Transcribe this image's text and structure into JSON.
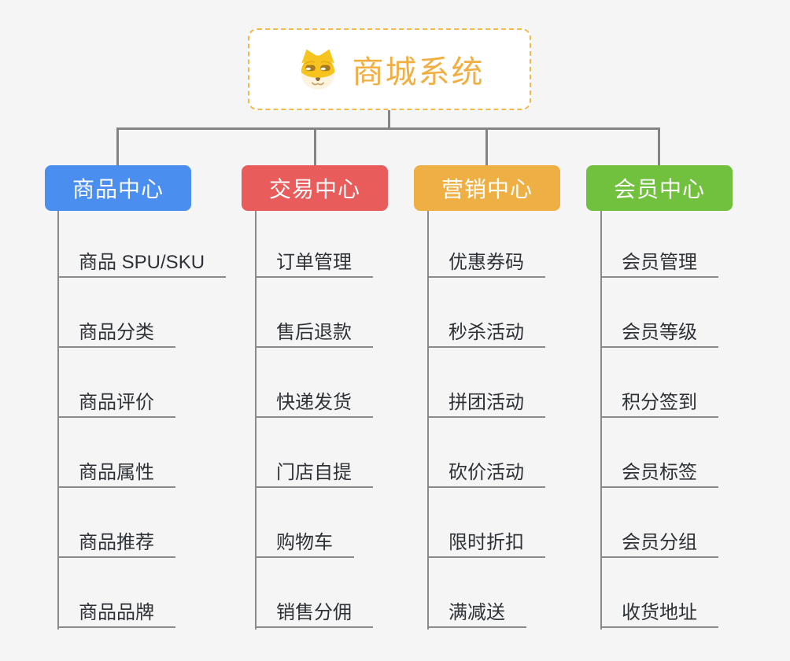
{
  "root": {
    "title": "商城系统",
    "icon": "dog-icon"
  },
  "branches": [
    {
      "id": "product-center",
      "label": "商品中心",
      "color": "#4a8ef0",
      "items": [
        "商品 SPU/SKU",
        "商品分类",
        "商品评价",
        "商品属性",
        "商品推荐",
        "商品品牌"
      ]
    },
    {
      "id": "trade-center",
      "label": "交易中心",
      "color": "#e85c5b",
      "items": [
        "订单管理",
        "售后退款",
        "快递发货",
        "门店自提",
        "购物车",
        "销售分佣"
      ]
    },
    {
      "id": "marketing-center",
      "label": "营销中心",
      "color": "#eeb044",
      "items": [
        "优惠券码",
        "秒杀活动",
        "拼团活动",
        "砍价活动",
        "限时折扣",
        "满减送"
      ]
    },
    {
      "id": "member-center",
      "label": "会员中心",
      "color": "#71c13e",
      "items": [
        "会员管理",
        "会员等级",
        "积分签到",
        "会员标签",
        "会员分组",
        "收货地址"
      ]
    }
  ],
  "colors": {
    "background": "#f5f5f6",
    "root_accent": "#f0ae43",
    "root_border": "#f3b94f",
    "connector": "#848484",
    "leaf_line": "#8a8a8a",
    "item_text": "#2e3237",
    "header_text": "#ffffff"
  }
}
